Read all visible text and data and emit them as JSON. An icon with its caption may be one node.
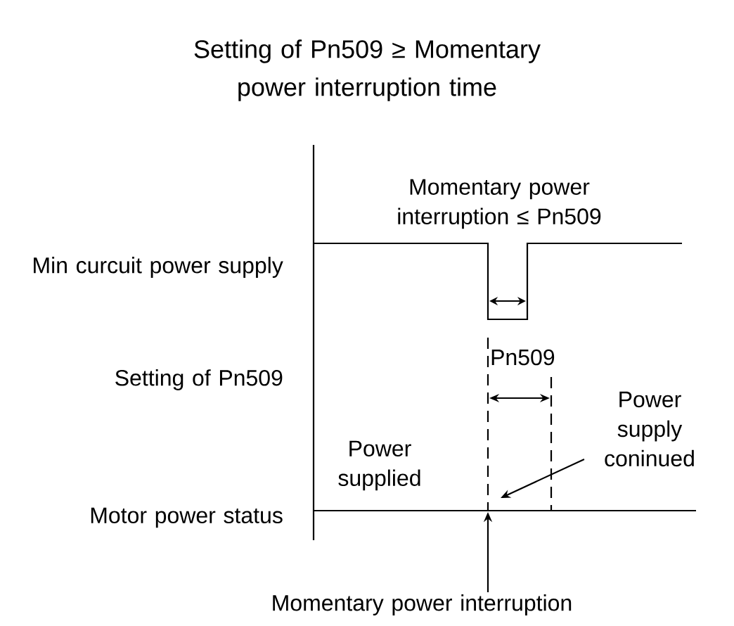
{
  "diagram": {
    "title": "Setting of Pn509 ≥ Momentary power interruption time",
    "nodes": [
      {
        "text": [
          "Power supply coninued"
        ]
      },
      {
        "text": [
          "Momentary power interruption"
        ]
      }
    ],
    "edges": [
      {
        "from": 0,
        "to": null,
        "arrow": "to"
      },
      {
        "from": 1,
        "to": null,
        "arrow": "to"
      }
    ],
    "labels": [
      "Momentary power interruption ≤ Pn509",
      "Min curcuit power supply",
      "Setting of Pn509",
      "Pn509",
      "Power supplied",
      "Motor power status"
    ]
  }
}
